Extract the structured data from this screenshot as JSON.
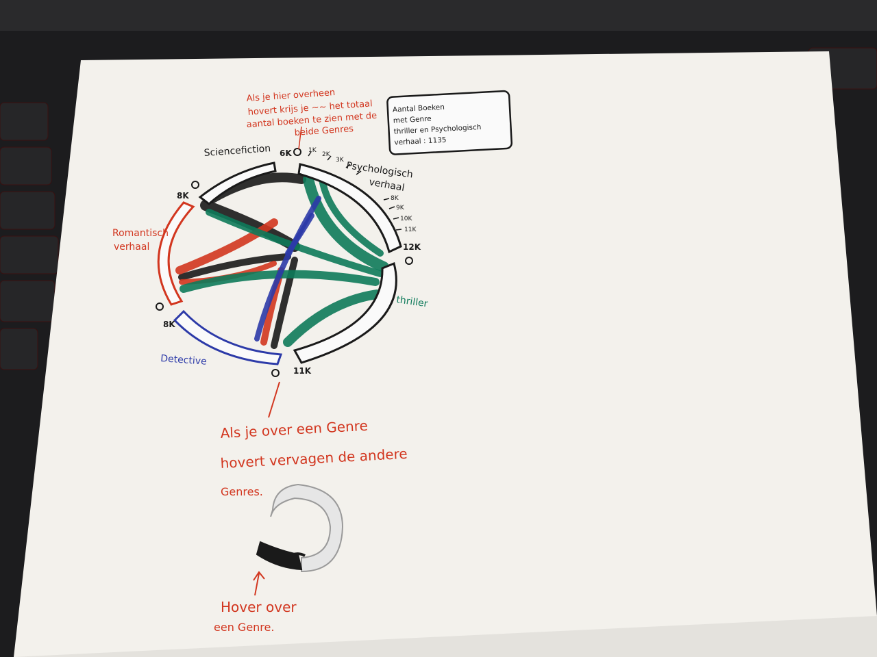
{
  "colors": {
    "black": "#1a1a1a",
    "red": "#d2361f",
    "green": "#0e7a5a",
    "blue": "#2c3aa8",
    "grey": "#9a9a9a",
    "paper": "#f4f2ee"
  },
  "genres": {
    "sciencefiction": "Sciencefiction",
    "psychologisch": "Psychologisch",
    "verhaal": "verhaal",
    "romantisch": "Romantisch",
    "romantisch_verhaal": "verhaal",
    "thriller": "thriller",
    "detective": "Detective"
  },
  "scale_labels": {
    "zero_scifi": "0",
    "six_k": "6K",
    "eight_k_scifi": "8K",
    "zero_roman": "0",
    "eight_k_detective": "8K",
    "zero_detective": "0",
    "eleven_k": "11K",
    "zero_psych": "0",
    "twelve_k": "12K",
    "zero_thriller": "0"
  },
  "ticks": [
    "1K",
    "2K",
    "3K",
    "8K",
    "9K",
    "10K",
    "11K"
  ],
  "notes": {
    "top_line1": "Als je hier overheen",
    "top_line2": "hovert krijs je ~~ het totaal",
    "top_line3": "aantal boeken te zien met de",
    "top_line4": "beide Genres",
    "mid_line1": "Als je over een Genre",
    "mid_line2": "hovert vervagen de andere",
    "mid_line3": "Genres.",
    "bottom_line1": "Hover over",
    "bottom_line2": "een Genre."
  },
  "tooltip": {
    "line1": "Aantal Boeken",
    "line2": "met Genre",
    "line3": "thriller en Psychologisch",
    "line4": "verhaal : 1135"
  }
}
